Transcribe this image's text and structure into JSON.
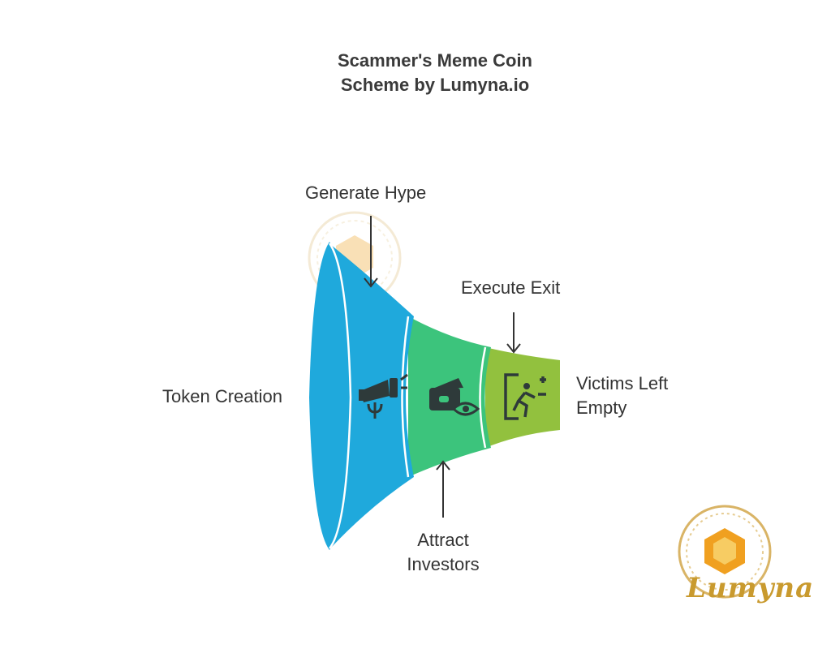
{
  "title": {
    "line1": "Scammer's Meme Coin",
    "line2": "Scheme by Lumyna.io"
  },
  "stages": [
    {
      "label": "Token Creation",
      "color": "#1fa9dc"
    },
    {
      "label": "Generate Hype",
      "color": "#1fa9dc",
      "icon": "megaphone-icon"
    },
    {
      "label_line1": "Attract",
      "label_line2": "Investors",
      "color": "#3cc47c",
      "icon": "wallet-eye-icon"
    },
    {
      "label": "Execute Exit",
      "color": "#92c13e",
      "icon": "exit-run-icon"
    },
    {
      "label_line1": "Victims Left",
      "label_line2": "Empty"
    }
  ],
  "logo": {
    "text": "Lumyna",
    "color": "#c99a2e"
  },
  "colors": {
    "text": "#333333",
    "arrow": "#333333",
    "icon": "#2e3a3a"
  }
}
